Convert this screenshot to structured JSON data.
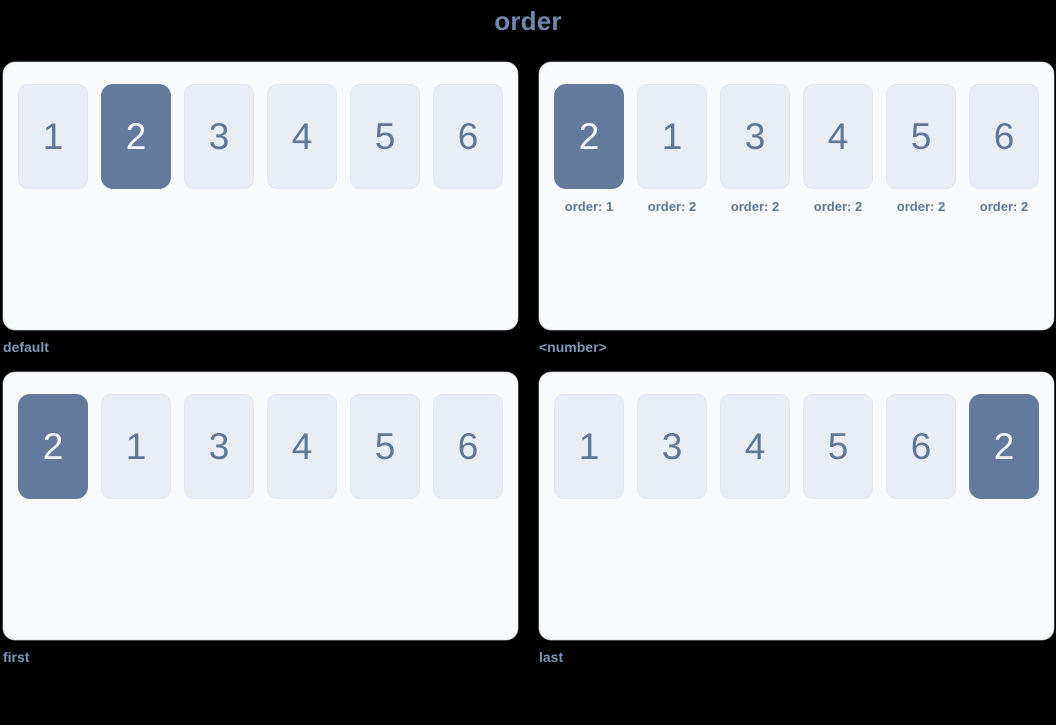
{
  "title": "order",
  "colors": {
    "background": "#000000",
    "title": "#6f87ac",
    "panel_bg": "#f8fafc",
    "tile_bg": "#e9edf6",
    "tile_text": "#5f7796",
    "tile_active_bg": "#647a9c",
    "tile_active_text": "#f3f6fb",
    "caption": "#7d95b8",
    "label": "#5f7796"
  },
  "panels": [
    {
      "caption": "default",
      "show_order_labels": false,
      "items": [
        {
          "label": "1",
          "active": false,
          "order_label": ""
        },
        {
          "label": "2",
          "active": true,
          "order_label": ""
        },
        {
          "label": "3",
          "active": false,
          "order_label": ""
        },
        {
          "label": "4",
          "active": false,
          "order_label": ""
        },
        {
          "label": "5",
          "active": false,
          "order_label": ""
        },
        {
          "label": "6",
          "active": false,
          "order_label": ""
        }
      ]
    },
    {
      "caption": "<number>",
      "show_order_labels": true,
      "items": [
        {
          "label": "2",
          "active": true,
          "order_label": "order: 1"
        },
        {
          "label": "1",
          "active": false,
          "order_label": "order: 2"
        },
        {
          "label": "3",
          "active": false,
          "order_label": "order: 2"
        },
        {
          "label": "4",
          "active": false,
          "order_label": "order: 2"
        },
        {
          "label": "5",
          "active": false,
          "order_label": "order: 2"
        },
        {
          "label": "6",
          "active": false,
          "order_label": "order: 2"
        }
      ]
    },
    {
      "caption": "first",
      "show_order_labels": false,
      "items": [
        {
          "label": "2",
          "active": true,
          "order_label": ""
        },
        {
          "label": "1",
          "active": false,
          "order_label": ""
        },
        {
          "label": "3",
          "active": false,
          "order_label": ""
        },
        {
          "label": "4",
          "active": false,
          "order_label": ""
        },
        {
          "label": "5",
          "active": false,
          "order_label": ""
        },
        {
          "label": "6",
          "active": false,
          "order_label": ""
        }
      ]
    },
    {
      "caption": "last",
      "show_order_labels": false,
      "items": [
        {
          "label": "1",
          "active": false,
          "order_label": ""
        },
        {
          "label": "3",
          "active": false,
          "order_label": ""
        },
        {
          "label": "4",
          "active": false,
          "order_label": ""
        },
        {
          "label": "5",
          "active": false,
          "order_label": ""
        },
        {
          "label": "6",
          "active": false,
          "order_label": ""
        },
        {
          "label": "2",
          "active": true,
          "order_label": ""
        }
      ]
    }
  ]
}
